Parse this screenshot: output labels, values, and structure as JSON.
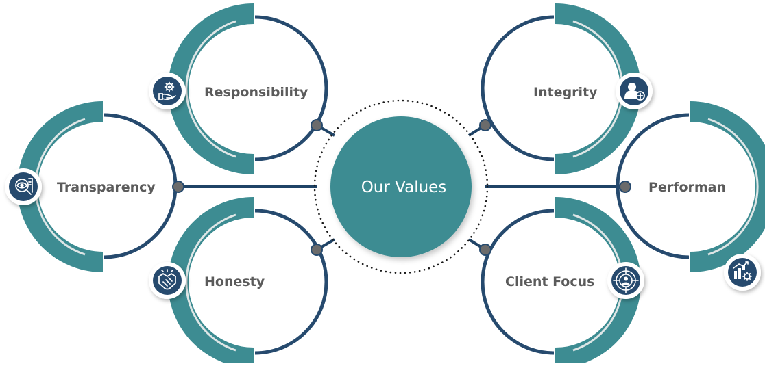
{
  "center": {
    "label": "Our Values"
  },
  "values": [
    {
      "id": "responsibility",
      "label": "Responsibility",
      "icon": "hand-gear-icon"
    },
    {
      "id": "transparency",
      "label": "Transparency",
      "icon": "magnifier-eye-icon"
    },
    {
      "id": "honesty",
      "label": "Honesty",
      "icon": "handshake-icon"
    },
    {
      "id": "integrity",
      "label": "Integrity",
      "icon": "user-plus-icon"
    },
    {
      "id": "performance",
      "label": "Performan",
      "icon": "chart-gear-icon"
    },
    {
      "id": "client_focus",
      "label": "Client Focus",
      "icon": "target-user-icon"
    }
  ],
  "colors": {
    "teal": "#3d8c92",
    "navy": "#264a6e",
    "connector": "#1f4366",
    "node": "#6b6b6b",
    "icon_bg": "#264a6e",
    "text": "#5b5b5b"
  }
}
